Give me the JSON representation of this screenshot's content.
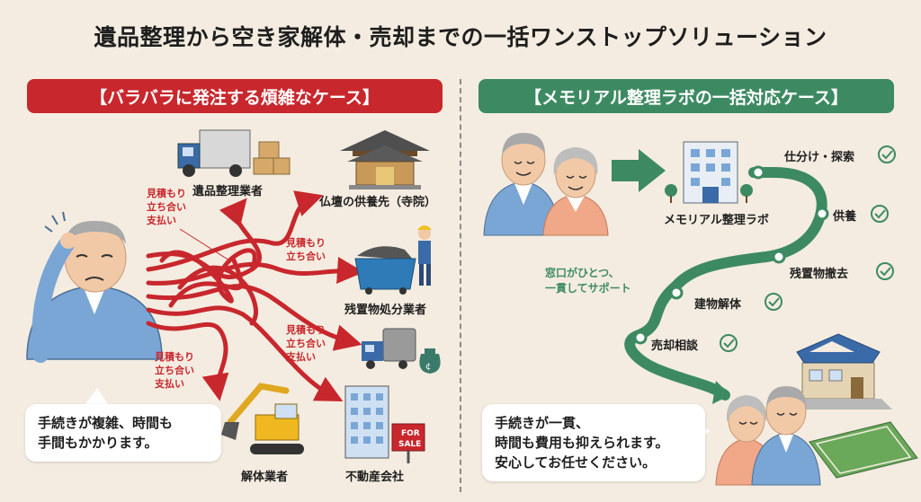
{
  "title": "遺品整理から空き家解体・売却までの一括ワンストップソリューション",
  "left": {
    "banner": "【バラバラに発注する煩雑なケース】",
    "vendors": {
      "estate_cleanup": "遺品整理業者",
      "buddhist_altar": "仏壇の供養先（寺院）",
      "waste_disposal": "残置物処分業者",
      "demolition": "解体業者",
      "real_estate": "不動産会社"
    },
    "notes": {
      "top": [
        "見積もり",
        "立ち合い",
        "支払い"
      ],
      "mid": [
        "見積もり",
        "立ち合い"
      ],
      "right": [
        "見積もり",
        "立ち合い",
        "支払い"
      ],
      "bottom": [
        "見積もり",
        "立ち合い",
        "支払い"
      ]
    },
    "sign_text": [
      "FOR",
      "SALE"
    ],
    "bag_mark": "¢",
    "bubble": [
      "手続きが複雑、時間も",
      "手間もかかります。"
    ]
  },
  "right": {
    "banner": "【メモリアル整理ラボの一括対応ケース】",
    "company": "メモリアル整理ラボ",
    "steps": [
      "仕分け・探索",
      "供養",
      "残置物撤去",
      "建物解体",
      "売却相談"
    ],
    "note": [
      "窓口がひとつ、",
      "一貫してサポート"
    ],
    "bubble": [
      "手続きが一貫、",
      "時間も費用も抑えられます。",
      "安心してお任せください。"
    ]
  },
  "colors": {
    "red": "#c8272d",
    "green": "#3d8a62",
    "background": "#f4ece0"
  }
}
